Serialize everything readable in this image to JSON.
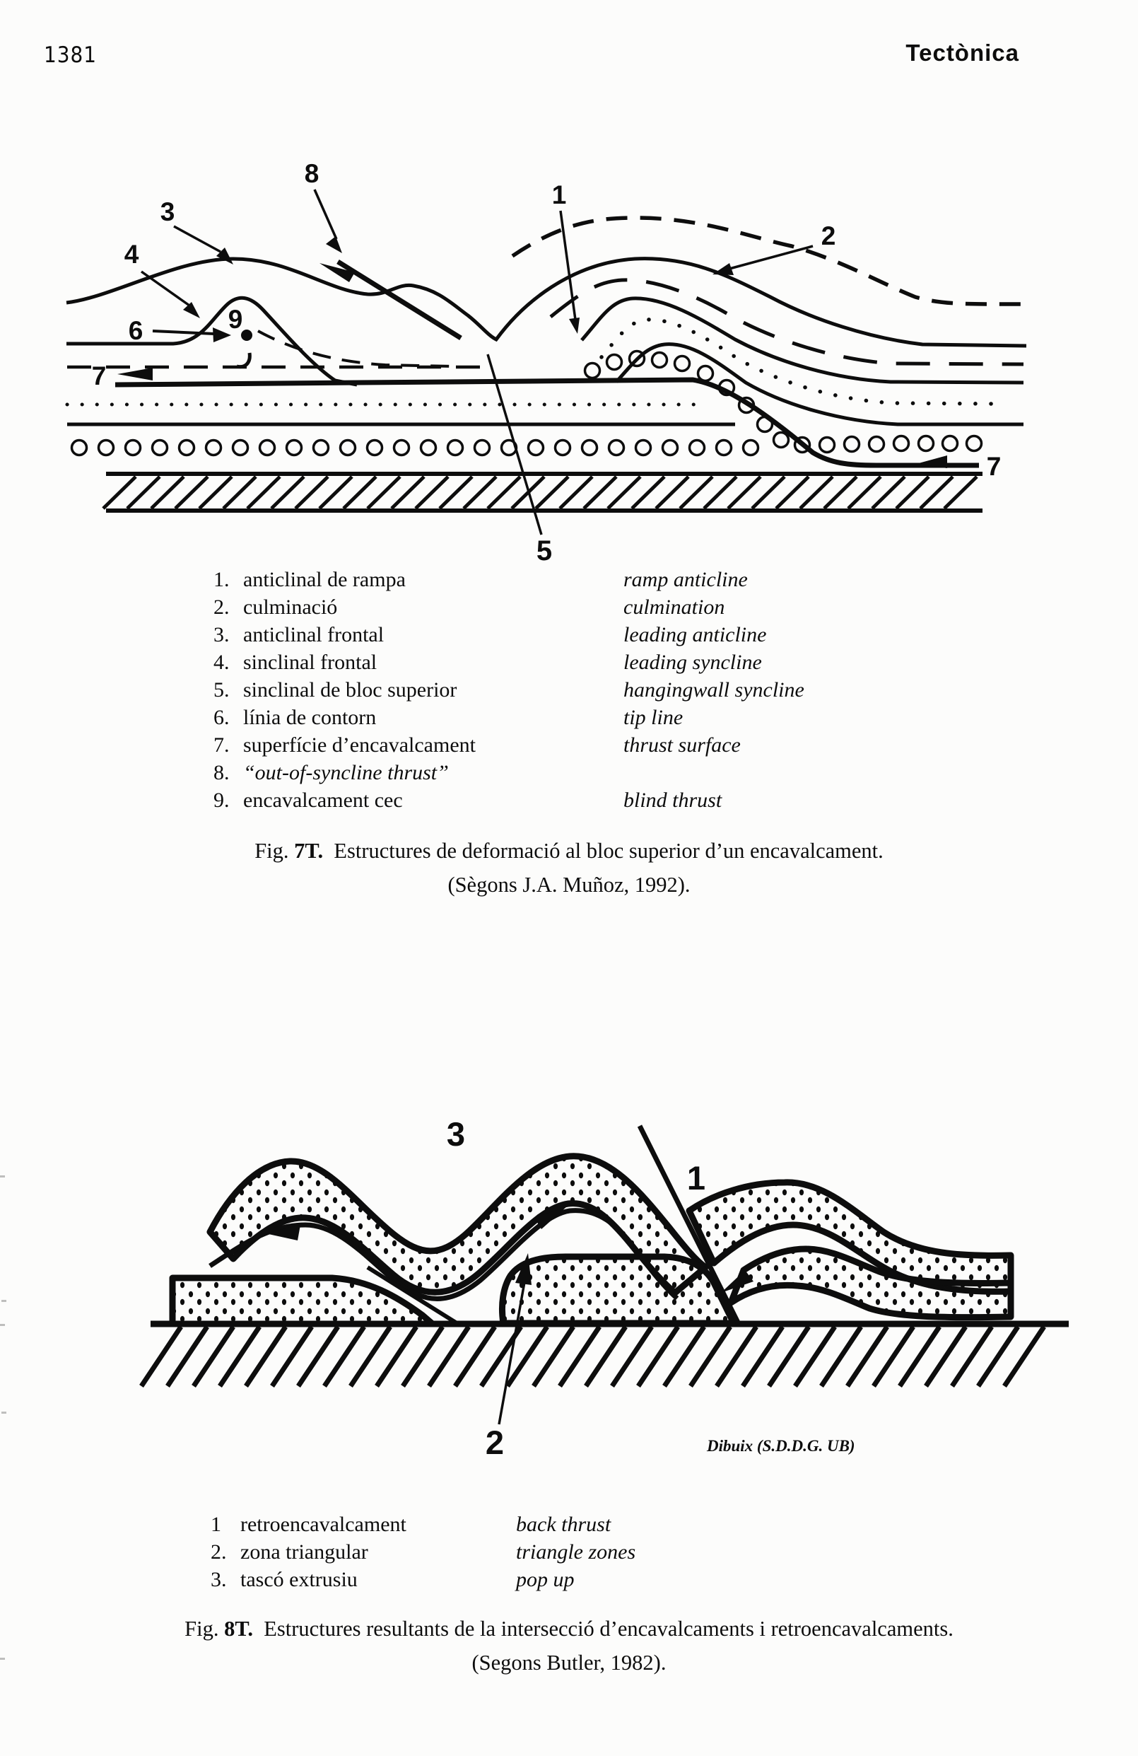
{
  "page": {
    "number": "1381",
    "section_header": "Tectònica"
  },
  "fig7t": {
    "marks": {
      "m1": "1",
      "m2": "2",
      "m3": "3",
      "m4": "4",
      "m5": "5",
      "m6": "6",
      "m7_left": "7",
      "m7_right": "7",
      "m8": "8",
      "m9": "9"
    },
    "legend": [
      {
        "num": "1.",
        "ca": "anticlinal de rampa",
        "en": "ramp anticline"
      },
      {
        "num": "2.",
        "ca": "culminació",
        "en": "culmination"
      },
      {
        "num": "3.",
        "ca": "anticlinal frontal",
        "en": "leading anticline"
      },
      {
        "num": "4.",
        "ca": "sinclinal frontal",
        "en": "leading syncline"
      },
      {
        "num": "5.",
        "ca": "sinclinal de bloc superior",
        "en": "hangingwall syncline"
      },
      {
        "num": "6.",
        "ca": "línia de contorn",
        "en": "tip line"
      },
      {
        "num": "7.",
        "ca": "superfície d’encavalcament",
        "en": "thrust surface"
      },
      {
        "num": "8.",
        "ca": "“out-of-syncline thrust”",
        "en": ""
      },
      {
        "num": "9.",
        "ca": "encavalcament cec",
        "en": "blind thrust"
      }
    ],
    "caption": {
      "fig": "Fig.",
      "num": "7T.",
      "text": "Estructures de deformació al bloc superior d’un encavalcament.",
      "source": "(Sègons J.A. Muñoz, 1992)."
    }
  },
  "fig8t": {
    "marks": {
      "m1": "1",
      "m2": "2",
      "m3": "3"
    },
    "credit": "Dibuix (S.D.D.G. UB)",
    "legend": [
      {
        "num": "1",
        "ca": "retroencavalcament",
        "en": "back thrust"
      },
      {
        "num": "2.",
        "ca": "zona triangular",
        "en": "triangle zones"
      },
      {
        "num": "3.",
        "ca": "tascó extrusiu",
        "en": "pop up"
      }
    ],
    "caption": {
      "fig": "Fig.",
      "num": "8T.",
      "text": "Estructures resultants de la intersecció d’encavalcaments i retroencavalcaments.",
      "source": "(Segons Butler, 1982)."
    }
  }
}
